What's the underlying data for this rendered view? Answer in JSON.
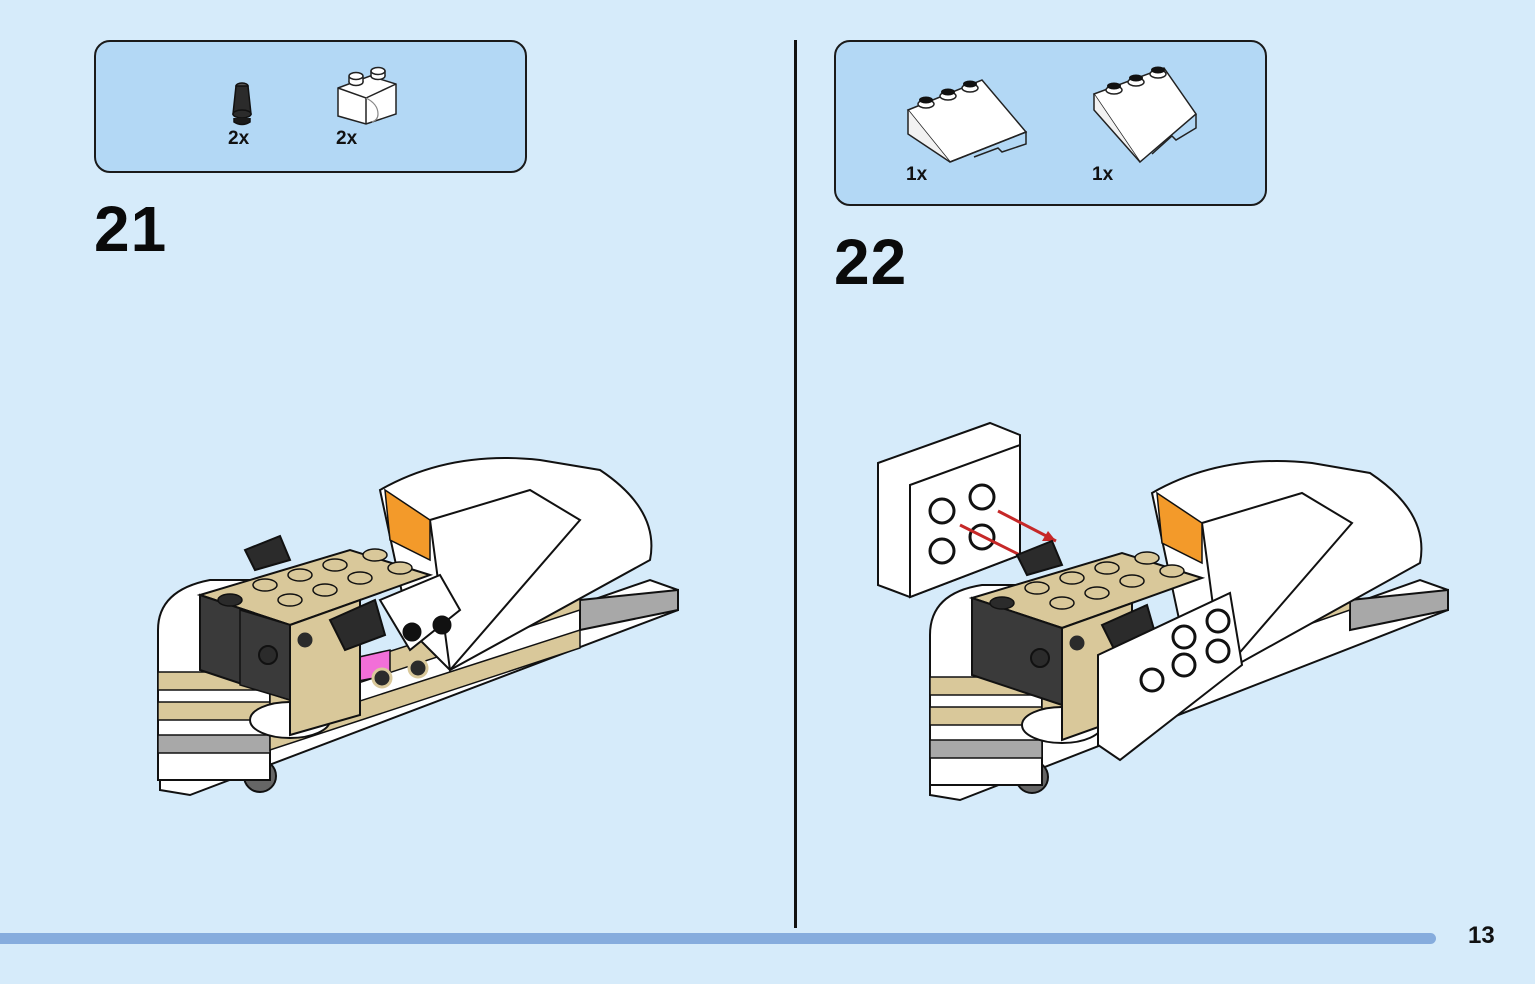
{
  "page_number": "13",
  "colors": {
    "background": "#d6ebfa",
    "parts_box": "#b3d8f5",
    "progress_bar": "#86acdd",
    "tan": "#d9c89a",
    "dark_gray": "#3a3a3a",
    "light_gray": "#a8a8a8",
    "pink": "#f26fd8",
    "orange": "#f39a2a"
  },
  "steps": [
    {
      "number": "21",
      "parts": [
        {
          "name": "black-cone-piece",
          "qty": "2x"
        },
        {
          "name": "white-rounded-brick",
          "qty": "2x"
        }
      ]
    },
    {
      "number": "22",
      "parts": [
        {
          "name": "white-wedge-left",
          "qty": "1x"
        },
        {
          "name": "white-wedge-right",
          "qty": "1x"
        }
      ]
    }
  ]
}
